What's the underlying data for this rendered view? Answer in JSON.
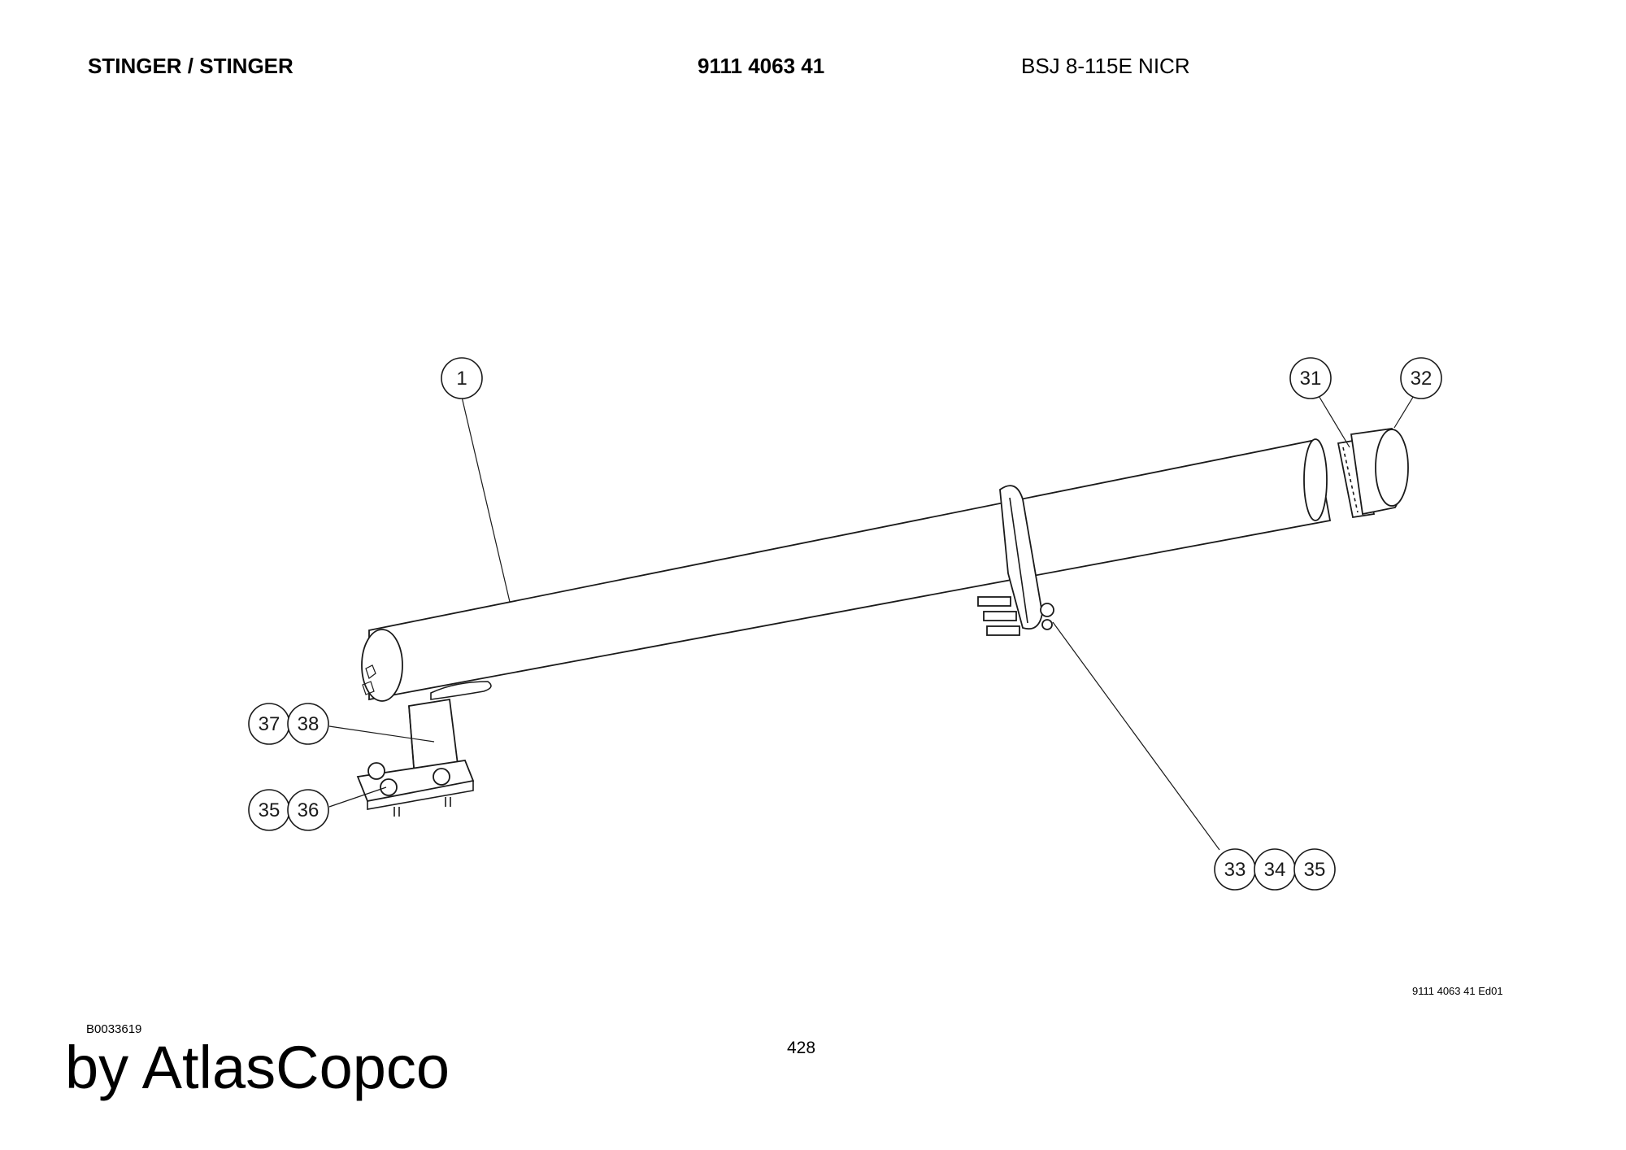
{
  "header": {
    "title": "STINGER / STINGER",
    "part_number": "9111 4063 41",
    "model": "BSJ 8-115E NICR"
  },
  "callouts": {
    "c1": "1",
    "c31": "31",
    "c32": "32",
    "c37": "37",
    "c38": "38",
    "c35a": "35",
    "c36": "36",
    "c33": "33",
    "c34": "34",
    "c35b": "35"
  },
  "footer": {
    "edition": "9111 4063 41 Ed01",
    "document_id": "B0033619",
    "brand": "by AtlasCopco",
    "page_number": "428"
  }
}
